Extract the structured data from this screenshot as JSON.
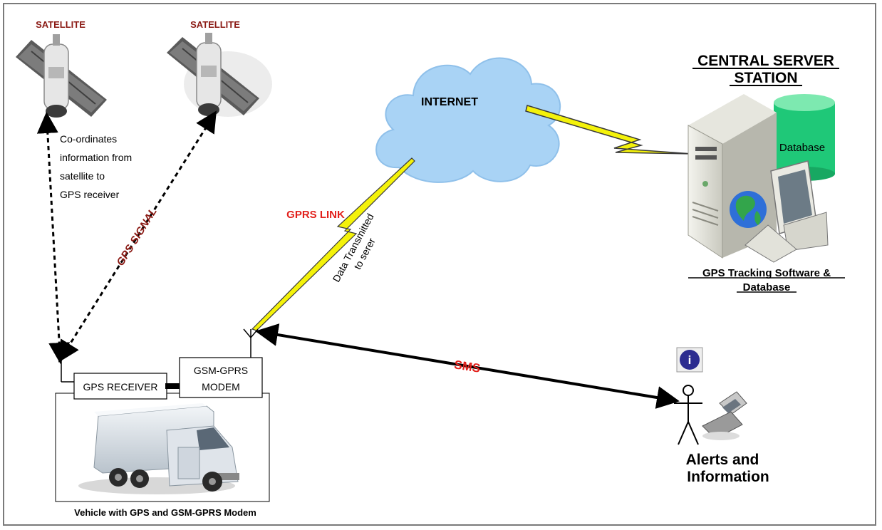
{
  "satellites": [
    {
      "label": "SATELLITE"
    },
    {
      "label": "SATELLITE"
    }
  ],
  "coordinates_note": [
    "Co-ordinates",
    "information from",
    "satellite to",
    "GPS receiver"
  ],
  "gps_signal_label": "GPS SIGNAL",
  "internet_label": "INTERNET",
  "gprs_link_label": "GPRS LINK",
  "data_transmitted": [
    "Data Transmitted",
    "to serer"
  ],
  "server": {
    "title": [
      "CENTRAL SERVER",
      "STATION"
    ],
    "database_label": "Database",
    "caption": [
      "GPS Tracking Software &",
      "Database"
    ]
  },
  "sms_label": "SMS",
  "vehicle": {
    "gps_receiver": "GPS RECEIVER",
    "modem": [
      "GSM-GPRS",
      "MODEM"
    ],
    "caption": "Vehicle with GPS and GSM-GPRS Modem"
  },
  "user": {
    "info_icon_glyph": "i",
    "caption": [
      "Alerts  and",
      "Information"
    ]
  },
  "colors": {
    "red_label": "#e2211c",
    "satellite_label": "#8b1a14",
    "cloud": "#a9d3f5",
    "lightning": "#f4f20a",
    "database": "#1fc878"
  }
}
